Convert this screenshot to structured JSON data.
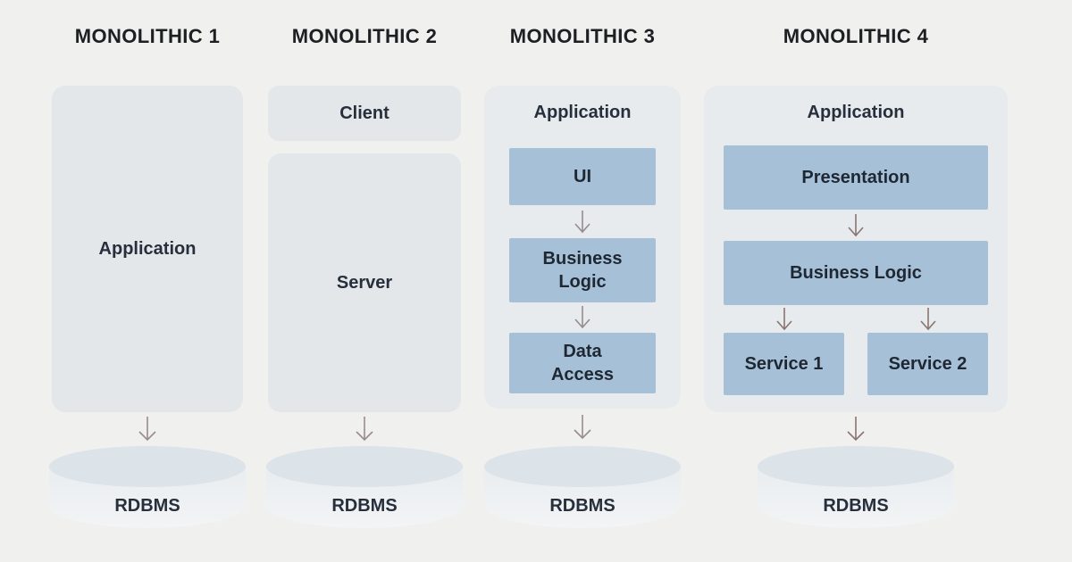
{
  "colors": {
    "bg": "#f0f0ee",
    "panel": "#e3e7ea",
    "container": "#e7ebee",
    "module": "#a6c1d7",
    "module_text": "#1f2733",
    "heading": "#1d1f23",
    "label": "#262f3b",
    "arrow": "#978c8b",
    "arrow_accent": "#8b7470",
    "cyl_top": "#dce3e9",
    "cyl_body_1": "#e9edf0",
    "cyl_body_2": "#f2f4f5"
  },
  "columns": [
    {
      "title": "MONOLITHIC 1",
      "panels": [
        {
          "label": "Application"
        }
      ],
      "database": "RDBMS"
    },
    {
      "title": "MONOLITHIC 2",
      "panels": [
        {
          "label": "Client"
        },
        {
          "label": "Server"
        }
      ],
      "database": "RDBMS"
    },
    {
      "title": "MONOLITHIC 3",
      "container_label": "Application",
      "modules": [
        "UI",
        "Business\nLogic",
        "Data\nAccess"
      ],
      "database": "RDBMS"
    },
    {
      "title": "MONOLITHIC 4",
      "container_label": "Application",
      "modules": [
        "Presentation",
        "Business Logic"
      ],
      "services": [
        "Service 1",
        "Service 2"
      ],
      "database": "RDBMS"
    }
  ]
}
